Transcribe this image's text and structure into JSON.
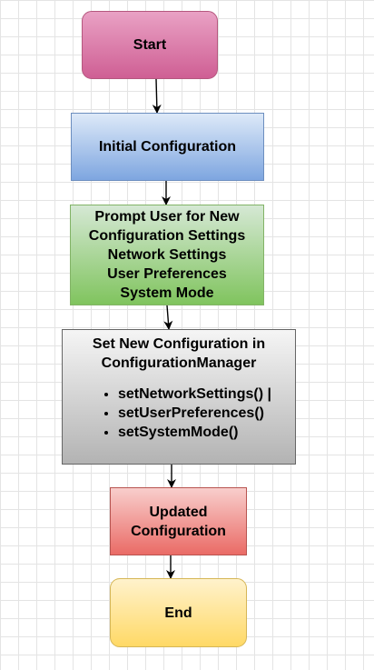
{
  "nodes": {
    "start": "Start",
    "initial": "Initial Configuration",
    "prompt": {
      "lines": [
        "Prompt User for New",
        "Configuration Settings",
        "Network Settings",
        "User Preferences",
        "System Mode"
      ]
    },
    "set": {
      "title_lines": [
        "Set New Configuration in",
        "ConfigurationManager"
      ],
      "methods": [
        "setNetworkSettings() |",
        "setUserPreferences()",
        "setSystemMode()"
      ]
    },
    "updated": {
      "lines": [
        "Updated",
        "Configuration"
      ]
    },
    "end": "End"
  },
  "colors": {
    "edge": "#000000"
  }
}
